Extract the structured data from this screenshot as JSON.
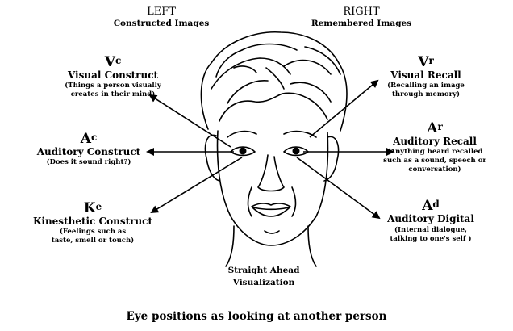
{
  "header": {
    "left_title": "LEFT",
    "left_subtitle": "Constructed Images",
    "right_title": "RIGHT",
    "right_subtitle": "Remembered Images"
  },
  "labels": {
    "visual_construct": {
      "code": "V",
      "sup": "c",
      "name": "Visual Construct",
      "desc": "(Things a person visually creates in their mind)"
    },
    "auditory_construct": {
      "code": "A",
      "sup": "c",
      "name": "Auditory Construct",
      "desc": "(Does it sound right?)"
    },
    "kinesthetic_construct": {
      "code": "K",
      "sup": "e",
      "name": "Kinesthetic Construct",
      "desc": "(Feelings such as taste, smell or touch)"
    },
    "visual_recall": {
      "code": "V",
      "sup": "r",
      "name": "Visual Recall",
      "desc": "(Recalling an image through memory)"
    },
    "auditory_recall": {
      "code": "A",
      "sup": "r",
      "name": "Auditory Recall",
      "desc": "(Anything heard recalled such as a sound, speech or conversation)"
    },
    "auditory_digital": {
      "code": "A",
      "sup": "d",
      "name": "Auditory Digital",
      "desc": "(Internal dialogue, talking to one's self )"
    }
  },
  "center_label": "Straight Ahead Visualization",
  "caption": "Eye positions as looking at another person"
}
